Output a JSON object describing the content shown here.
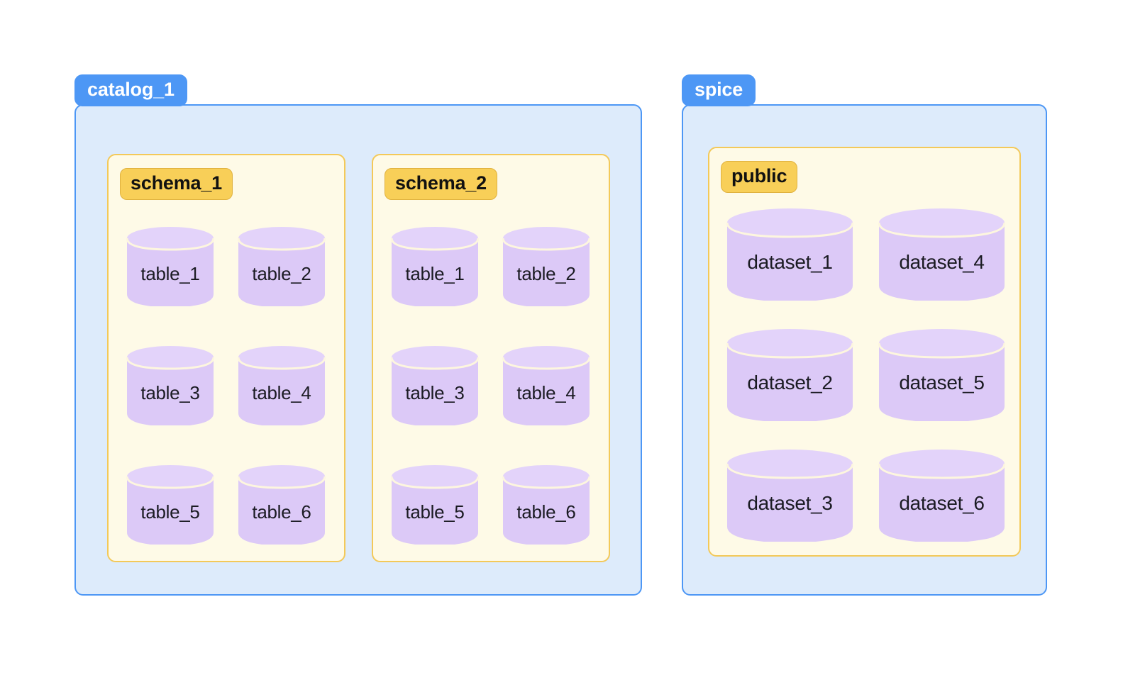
{
  "colors": {
    "page_background": "#FFFFFF",
    "catalog_fill": "#DDEBFB",
    "catalog_border": "#4D97F5",
    "catalog_pill_fill": "#4D97F5",
    "catalog_pill_text": "#FFFFFF",
    "schema_fill": "#FEFAE7",
    "schema_border": "#F3C959",
    "schema_pill_fill": "#F8CF58",
    "schema_pill_text": "#111111",
    "cylinder_body": "#DCC9F7",
    "cylinder_top": "#E3D3FA",
    "cylinder_seam": "#FDF6DF",
    "cylinder_text": "#1B1B23"
  },
  "diagram": {
    "type": "nested-container-diagram",
    "catalogs": [
      {
        "name": "catalog_1",
        "schemas": [
          {
            "name": "schema_1",
            "objects": [
              "table_1",
              "table_2",
              "table_3",
              "table_4",
              "table_5",
              "table_6"
            ]
          },
          {
            "name": "schema_2",
            "objects": [
              "table_1",
              "table_2",
              "table_3",
              "table_4",
              "table_5",
              "table_6"
            ]
          }
        ]
      },
      {
        "name": "spice",
        "schemas": [
          {
            "name": "public",
            "objects": [
              "dataset_1",
              "dataset_4",
              "dataset_2",
              "dataset_5",
              "dataset_3",
              "dataset_6"
            ]
          }
        ]
      }
    ]
  }
}
